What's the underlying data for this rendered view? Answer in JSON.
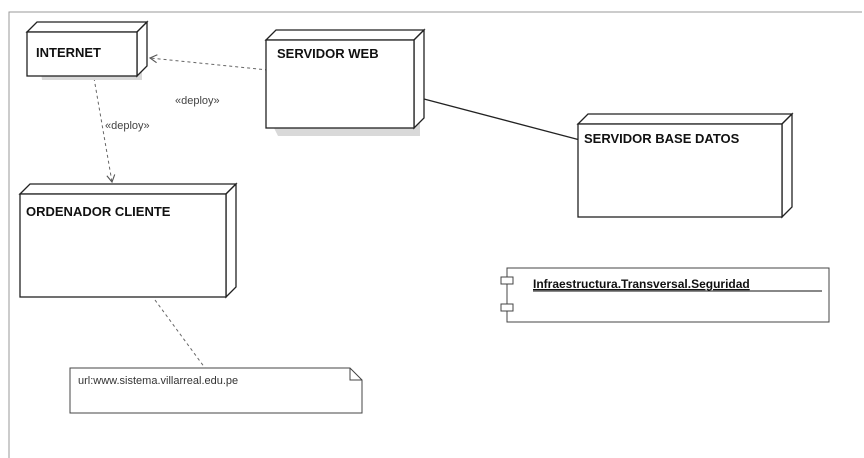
{
  "nodes": {
    "internet": "INTERNET",
    "servidor_web": "SERVIDOR WEB",
    "servidor_base_datos": "SERVIDOR BASE DATOS",
    "ordenador_cliente": "ORDENADOR CLIENTE"
  },
  "relations": {
    "web_to_internet": "«deploy»",
    "internet_to_cliente": "«deploy»"
  },
  "note": {
    "text": "url:www.sistema.villarreal.edu.pe"
  },
  "component": {
    "name": "Infraestructura.Transversal.Seguridad"
  }
}
